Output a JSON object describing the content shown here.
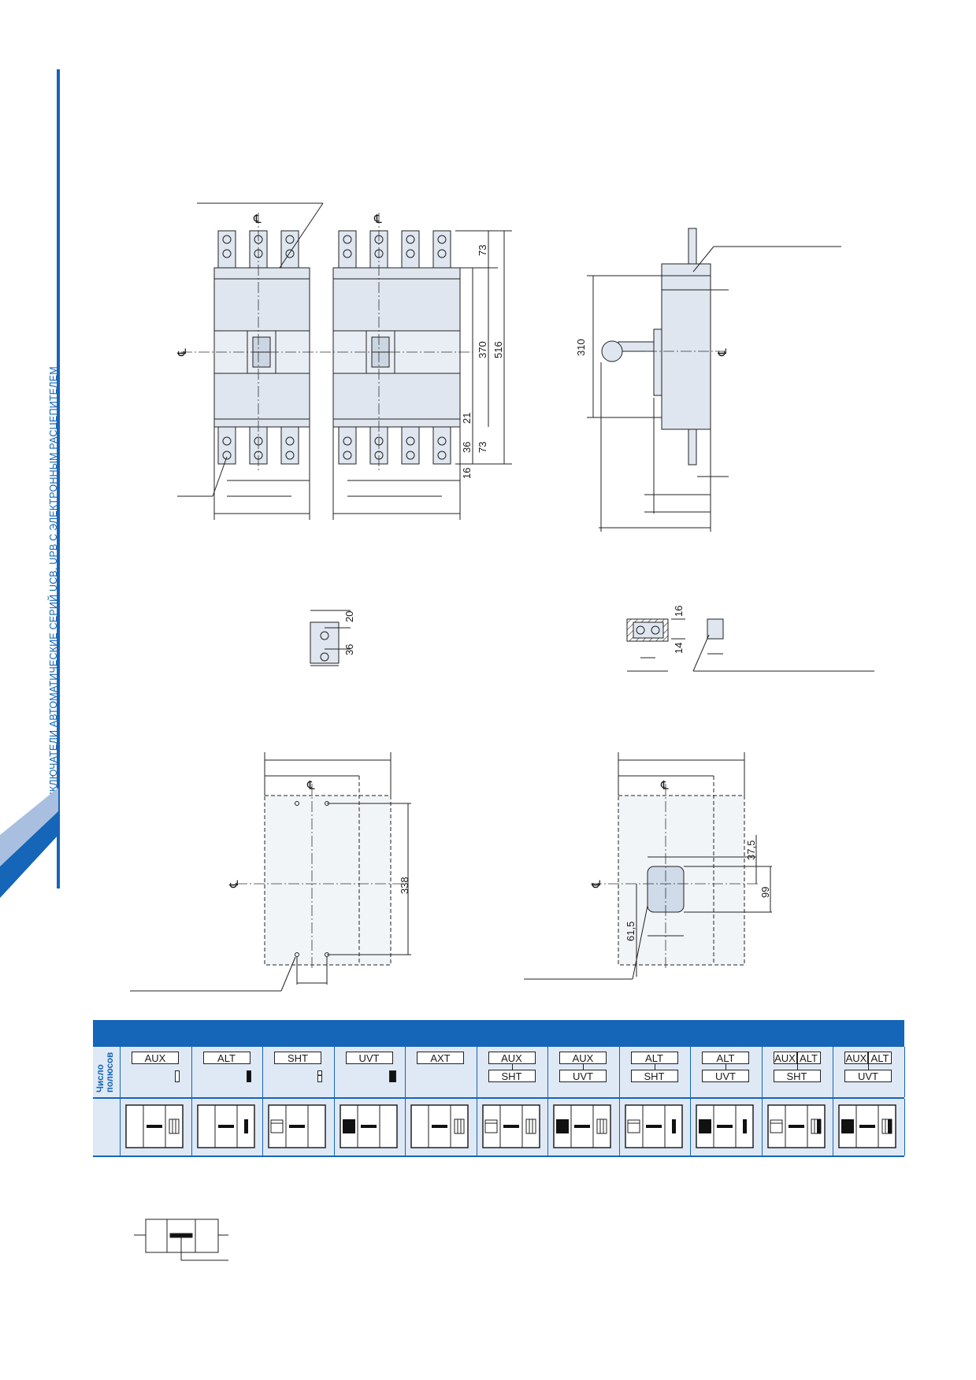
{
  "sidebar": {
    "text": "ВЫКЛЮЧАТЕЛИ АВТОМАТИЧЕСКИЕ СЕРИЙ UCB, UPB С ЭЛЕКТРОННЫМ РАСЦЕПИТЕЛЕМ",
    "accent_color": "#1565b8"
  },
  "front_view": {
    "dims": {
      "top_terminal": "73",
      "body_height": "370",
      "total_height": "516",
      "lower_a": "21",
      "lower_b": "36",
      "lower_c": "73",
      "lower_d": "16"
    }
  },
  "side_view": {
    "dims": {
      "height": "310"
    }
  },
  "terminal_detail_left": {
    "dims": {
      "a": "20",
      "b": "36"
    }
  },
  "terminal_detail_right": {
    "dims": {
      "a": "16",
      "b": "14"
    }
  },
  "mounting_template": {
    "dims": {
      "height": "338"
    }
  },
  "cutout_template": {
    "dims": {
      "a": "37,5",
      "b": "99",
      "c": "61,5"
    }
  },
  "centerline_symbol": "℄",
  "accessory_table": {
    "row1_label": "Число\nполюсов",
    "columns": [
      {
        "top": "AUX",
        "bottom": "",
        "indicator": "white"
      },
      {
        "top": "ALT",
        "bottom": "",
        "indicator": "black"
      },
      {
        "top": "SHT",
        "bottom": "",
        "indicator": "split"
      },
      {
        "top": "UVT",
        "bottom": "",
        "indicator": "black-wide"
      },
      {
        "top": "AXT",
        "bottom": "",
        "indicator": ""
      },
      {
        "top": "AUX",
        "bottom": "SHT",
        "indicator": ""
      },
      {
        "top": "AUX",
        "bottom": "UVT",
        "indicator": ""
      },
      {
        "top": "ALT",
        "bottom": "SHT",
        "indicator": ""
      },
      {
        "top": "ALT",
        "bottom": "UVT",
        "indicator": ""
      },
      {
        "top": "AUX|ALT",
        "bottom": "SHT",
        "indicator": ""
      },
      {
        "top": "AUX|ALT",
        "bottom": "UVT",
        "indicator": ""
      }
    ]
  }
}
